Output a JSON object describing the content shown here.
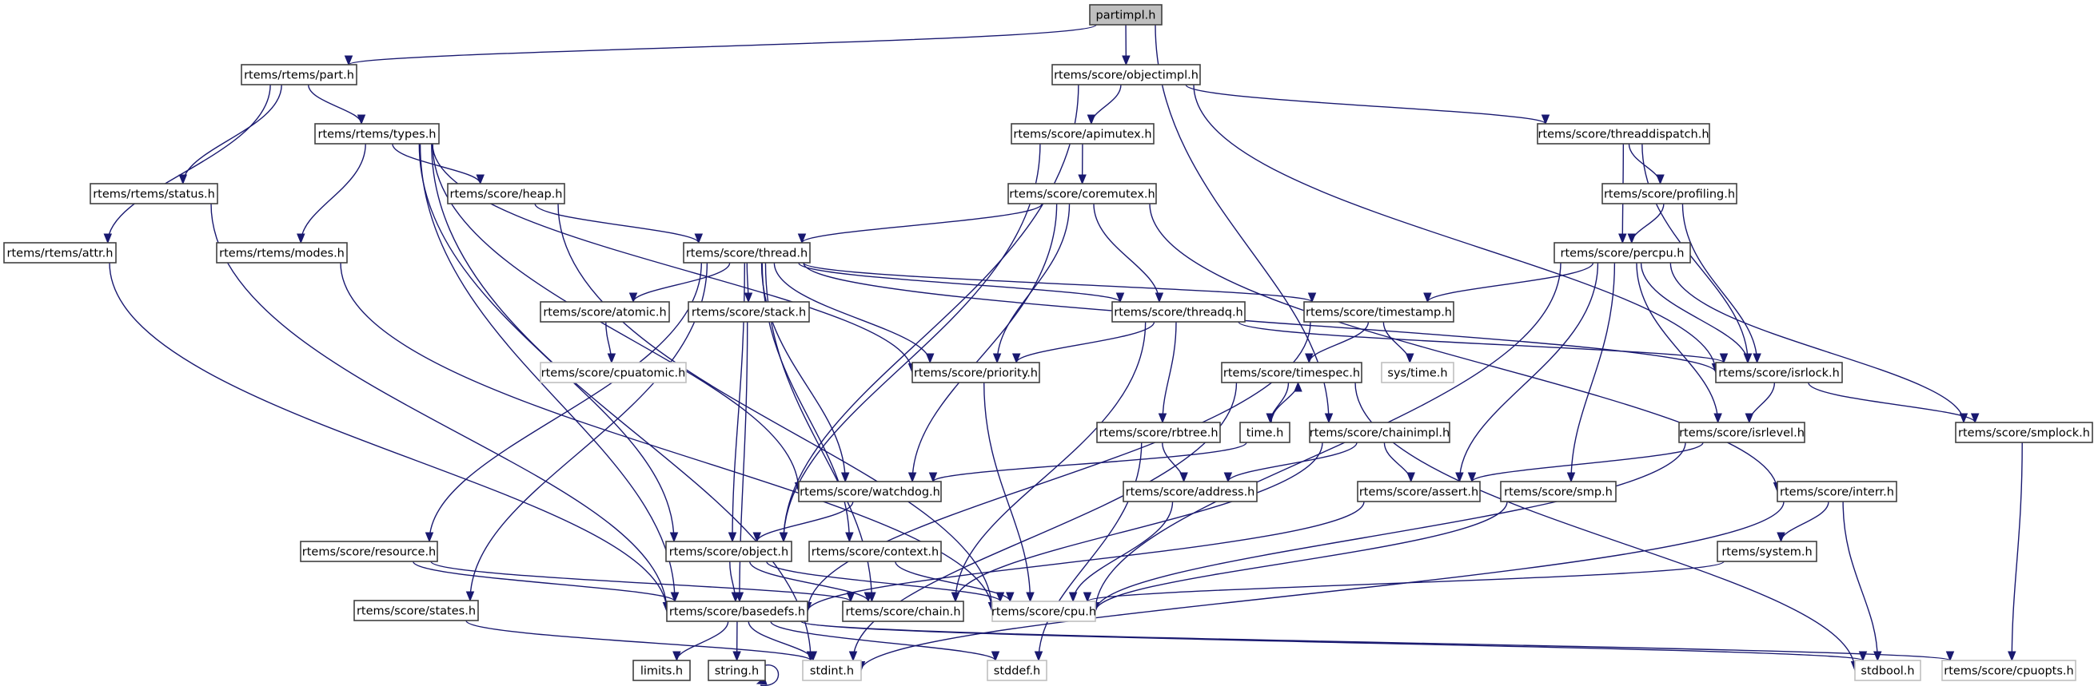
{
  "title": "partimpl.h include dependency graph",
  "colors": {
    "edge": "#191970",
    "node_border": "#404040",
    "external_border": "#bfbfbf",
    "root_fill": "#bfbfbf",
    "node_fill": "#ffffff"
  },
  "nodes": [
    {
      "id": "partimpl",
      "label": "partimpl.h",
      "kind": "root"
    },
    {
      "id": "part",
      "label": "rtems/rtems/part.h",
      "kind": "local"
    },
    {
      "id": "objectimpl",
      "label": "rtems/score/objectimpl.h",
      "kind": "local"
    },
    {
      "id": "types",
      "label": "rtems/rtems/types.h",
      "kind": "local"
    },
    {
      "id": "status",
      "label": "rtems/rtems/status.h",
      "kind": "local"
    },
    {
      "id": "attr",
      "label": "rtems/rtems/attr.h",
      "kind": "local"
    },
    {
      "id": "modes",
      "label": "rtems/rtems/modes.h",
      "kind": "local"
    },
    {
      "id": "heap",
      "label": "rtems/score/heap.h",
      "kind": "local"
    },
    {
      "id": "apimutex",
      "label": "rtems/score/apimutex.h",
      "kind": "local"
    },
    {
      "id": "coremutex",
      "label": "rtems/score/coremutex.h",
      "kind": "local"
    },
    {
      "id": "threaddispatch",
      "label": "rtems/score/threaddispatch.h",
      "kind": "local"
    },
    {
      "id": "profiling",
      "label": "rtems/score/profiling.h",
      "kind": "local"
    },
    {
      "id": "percpu",
      "label": "rtems/score/percpu.h",
      "kind": "local"
    },
    {
      "id": "thread",
      "label": "rtems/score/thread.h",
      "kind": "local"
    },
    {
      "id": "atomic",
      "label": "rtems/score/atomic.h",
      "kind": "local"
    },
    {
      "id": "stack",
      "label": "rtems/score/stack.h",
      "kind": "local"
    },
    {
      "id": "cpuatomic",
      "label": "rtems/score/cpuatomic.h",
      "kind": "external"
    },
    {
      "id": "threadq",
      "label": "rtems/score/threadq.h",
      "kind": "local"
    },
    {
      "id": "timestamp",
      "label": "rtems/score/timestamp.h",
      "kind": "local"
    },
    {
      "id": "priority",
      "label": "rtems/score/priority.h",
      "kind": "local"
    },
    {
      "id": "timespec",
      "label": "rtems/score/timespec.h",
      "kind": "local"
    },
    {
      "id": "systime",
      "label": "sys/time.h",
      "kind": "external"
    },
    {
      "id": "isrlock",
      "label": "rtems/score/isrlock.h",
      "kind": "local"
    },
    {
      "id": "rbtree",
      "label": "rtems/score/rbtree.h",
      "kind": "local"
    },
    {
      "id": "time",
      "label": "time.h",
      "kind": "local"
    },
    {
      "id": "chainimpl",
      "label": "rtems/score/chainimpl.h",
      "kind": "local"
    },
    {
      "id": "isrlevel",
      "label": "rtems/score/isrlevel.h",
      "kind": "local"
    },
    {
      "id": "smplock",
      "label": "rtems/score/smplock.h",
      "kind": "local"
    },
    {
      "id": "watchdog",
      "label": "rtems/score/watchdog.h",
      "kind": "local"
    },
    {
      "id": "address",
      "label": "rtems/score/address.h",
      "kind": "local"
    },
    {
      "id": "assert",
      "label": "rtems/score/assert.h",
      "kind": "local"
    },
    {
      "id": "smp",
      "label": "rtems/score/smp.h",
      "kind": "local"
    },
    {
      "id": "interr",
      "label": "rtems/score/interr.h",
      "kind": "local"
    },
    {
      "id": "resource",
      "label": "rtems/score/resource.h",
      "kind": "local"
    },
    {
      "id": "object",
      "label": "rtems/score/object.h",
      "kind": "local"
    },
    {
      "id": "context",
      "label": "rtems/score/context.h",
      "kind": "local"
    },
    {
      "id": "system",
      "label": "rtems/system.h",
      "kind": "local"
    },
    {
      "id": "states",
      "label": "rtems/score/states.h",
      "kind": "local"
    },
    {
      "id": "basedefs",
      "label": "rtems/score/basedefs.h",
      "kind": "local"
    },
    {
      "id": "chain",
      "label": "rtems/score/chain.h",
      "kind": "local"
    },
    {
      "id": "cpu",
      "label": "rtems/score/cpu.h",
      "kind": "external"
    },
    {
      "id": "limits",
      "label": "limits.h",
      "kind": "local"
    },
    {
      "id": "string",
      "label": "string.h",
      "kind": "local"
    },
    {
      "id": "stdint",
      "label": "stdint.h",
      "kind": "external"
    },
    {
      "id": "stddef",
      "label": "stddef.h",
      "kind": "external"
    },
    {
      "id": "stdbool",
      "label": "stdbool.h",
      "kind": "external"
    },
    {
      "id": "cpuopts",
      "label": "rtems/score/cpuopts.h",
      "kind": "external"
    }
  ],
  "edges": [
    [
      "partimpl",
      "part"
    ],
    [
      "partimpl",
      "objectimpl"
    ],
    [
      "partimpl",
      "chainimpl"
    ],
    [
      "part",
      "types"
    ],
    [
      "part",
      "status"
    ],
    [
      "part",
      "attr"
    ],
    [
      "objectimpl",
      "apimutex"
    ],
    [
      "objectimpl",
      "threaddispatch"
    ],
    [
      "objectimpl",
      "isrlock"
    ],
    [
      "objectimpl",
      "object"
    ],
    [
      "types",
      "heap"
    ],
    [
      "types",
      "modes"
    ],
    [
      "types",
      "priority"
    ],
    [
      "types",
      "watchdog"
    ],
    [
      "types",
      "object"
    ],
    [
      "types",
      "basedefs"
    ],
    [
      "types",
      "stdint"
    ],
    [
      "status",
      "basedefs"
    ],
    [
      "attr",
      "basedefs"
    ],
    [
      "modes",
      "cpu"
    ],
    [
      "heap",
      "thread"
    ],
    [
      "heap",
      "cpu"
    ],
    [
      "apimutex",
      "coremutex"
    ],
    [
      "apimutex",
      "object"
    ],
    [
      "coremutex",
      "thread"
    ],
    [
      "coremutex",
      "threadq"
    ],
    [
      "coremutex",
      "priority"
    ],
    [
      "coremutex",
      "watchdog"
    ],
    [
      "coremutex",
      "interr"
    ],
    [
      "threaddispatch",
      "percpu"
    ],
    [
      "threaddispatch",
      "profiling"
    ],
    [
      "threaddispatch",
      "isrlock"
    ],
    [
      "profiling",
      "percpu"
    ],
    [
      "profiling",
      "isrlock"
    ],
    [
      "percpu",
      "timestamp"
    ],
    [
      "percpu",
      "isrlock"
    ],
    [
      "percpu",
      "smplock"
    ],
    [
      "percpu",
      "isrlevel"
    ],
    [
      "percpu",
      "assert"
    ],
    [
      "percpu",
      "smp"
    ],
    [
      "percpu",
      "cpu"
    ],
    [
      "thread",
      "atomic"
    ],
    [
      "thread",
      "stack"
    ],
    [
      "thread",
      "threadq"
    ],
    [
      "thread",
      "timestamp"
    ],
    [
      "thread",
      "priority"
    ],
    [
      "thread",
      "isrlock"
    ],
    [
      "thread",
      "watchdog"
    ],
    [
      "thread",
      "object"
    ],
    [
      "thread",
      "context"
    ],
    [
      "thread",
      "resource"
    ],
    [
      "thread",
      "states"
    ],
    [
      "thread",
      "chain"
    ],
    [
      "atomic",
      "cpuatomic"
    ],
    [
      "stack",
      "basedefs"
    ],
    [
      "threadq",
      "priority"
    ],
    [
      "threadq",
      "rbtree"
    ],
    [
      "threadq",
      "isrlock"
    ],
    [
      "threadq",
      "chain"
    ],
    [
      "timestamp",
      "timespec"
    ],
    [
      "timestamp",
      "systime"
    ],
    [
      "timestamp",
      "basedefs"
    ],
    [
      "priority",
      "cpu"
    ],
    [
      "timespec",
      "time"
    ],
    [
      "timespec",
      "stdbool"
    ],
    [
      "timespec",
      "stdint"
    ],
    [
      "time",
      "timespec"
    ],
    [
      "time",
      "watchdog"
    ],
    [
      "isrlock",
      "isrlevel"
    ],
    [
      "isrlock",
      "smplock"
    ],
    [
      "rbtree",
      "address"
    ],
    [
      "rbtree",
      "stddef"
    ],
    [
      "chainimpl",
      "address"
    ],
    [
      "chainimpl",
      "assert"
    ],
    [
      "chainimpl",
      "chain"
    ],
    [
      "isrlevel",
      "assert"
    ],
    [
      "isrlevel",
      "cpu"
    ],
    [
      "smplock",
      "cpuopts"
    ],
    [
      "watchdog",
      "object"
    ],
    [
      "address",
      "cpu"
    ],
    [
      "assert",
      "basedefs"
    ],
    [
      "smp",
      "cpu"
    ],
    [
      "interr",
      "system"
    ],
    [
      "interr",
      "stdbool"
    ],
    [
      "interr",
      "stdint"
    ],
    [
      "resource",
      "basedefs"
    ],
    [
      "resource",
      "chain"
    ],
    [
      "object",
      "basedefs"
    ],
    [
      "object",
      "chain"
    ],
    [
      "object",
      "cpu"
    ],
    [
      "context",
      "cpu"
    ],
    [
      "system",
      "cpu"
    ],
    [
      "states",
      "stdint"
    ],
    [
      "basedefs",
      "limits"
    ],
    [
      "basedefs",
      "string"
    ],
    [
      "basedefs",
      "stdint"
    ],
    [
      "basedefs",
      "stddef"
    ],
    [
      "basedefs",
      "stdbool"
    ],
    [
      "basedefs",
      "cpuopts"
    ],
    [
      "string",
      "string"
    ]
  ]
}
